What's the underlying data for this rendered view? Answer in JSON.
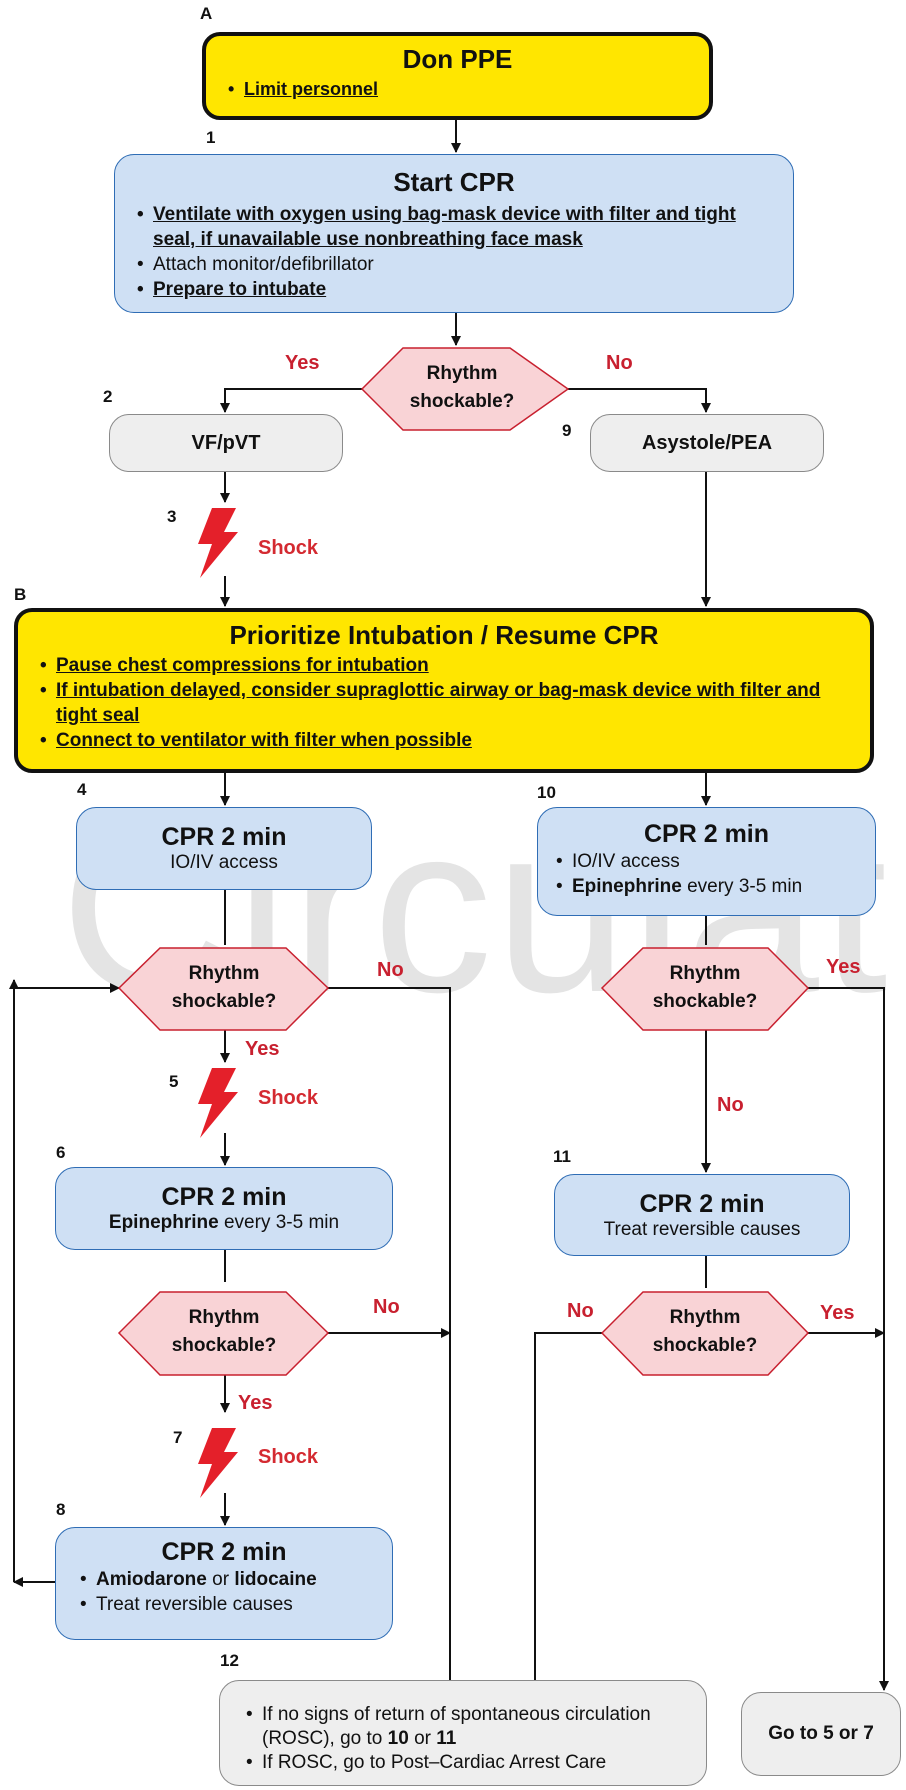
{
  "labels": {
    "A": "A",
    "B": "B",
    "n1": "1",
    "n2": "2",
    "n3": "3",
    "n4": "4",
    "n5": "5",
    "n6": "6",
    "n7": "7",
    "n8": "8",
    "n9": "9",
    "n10": "10",
    "n11": "11",
    "n12": "12"
  },
  "watermark": "Circulat",
  "don_ppe": {
    "title": "Don PPE",
    "bullets": [
      "Limit personnel"
    ]
  },
  "start_cpr": {
    "title": "Start CPR",
    "bullets": [
      "Ventilate with oxygen using bag-mask device with filter and tight seal, if unavailable use nonbreathing face mask",
      "Attach monitor/defibrillator",
      "Prepare to intubate"
    ]
  },
  "decision": {
    "line1": "Rhythm",
    "line2": "shockable?",
    "yes": "Yes",
    "no": "No"
  },
  "vf_pvt": "VF/pVT",
  "asystole_pea": "Asystole/PEA",
  "shock": "Shock",
  "prioritize": {
    "title": "Prioritize Intubation / Resume CPR",
    "bullets": [
      "Pause chest compressions for intubation",
      "If intubation delayed, consider supraglottic airway or bag-mask device with filter and tight seal",
      "Connect to ventilator with filter when possible"
    ]
  },
  "cpr4": {
    "title": "CPR 2 min",
    "text": "IO/IV access"
  },
  "cpr10": {
    "title": "CPR 2 min",
    "b1": "IO/IV access",
    "b2_bold": "Epinephrine",
    "b2_rest": " every 3-5 min"
  },
  "cpr6": {
    "title": "CPR 2 min",
    "bold": "Epinephrine",
    "rest": " every 3-5 min"
  },
  "cpr11": {
    "title": "CPR 2 min",
    "text": "Treat reversible causes"
  },
  "cpr8": {
    "title": "CPR 2 min",
    "b1_bold1": "Amiodarone",
    "b1_mid": " or ",
    "b1_bold2": "lidocaine",
    "b2": "Treat reversible causes"
  },
  "box12": {
    "b1_pre": "If no signs of return of spontaneous circulation (ROSC), go to ",
    "b1_bold1": "10",
    "b1_mid": " or ",
    "b1_bold2": "11",
    "b2": "If ROSC, go to Post–Cardiac Arrest Care"
  },
  "goto": "Go to 5 or 7",
  "colors": {
    "yellow": "#ffe600",
    "blue_fill": "#cfe0f4",
    "blue_border": "#2f6db5",
    "gray_fill": "#eeeeee",
    "diamond_fill": "#f9d3d6",
    "diamond_border": "#c8202f",
    "accent_red": "#c8202f"
  }
}
